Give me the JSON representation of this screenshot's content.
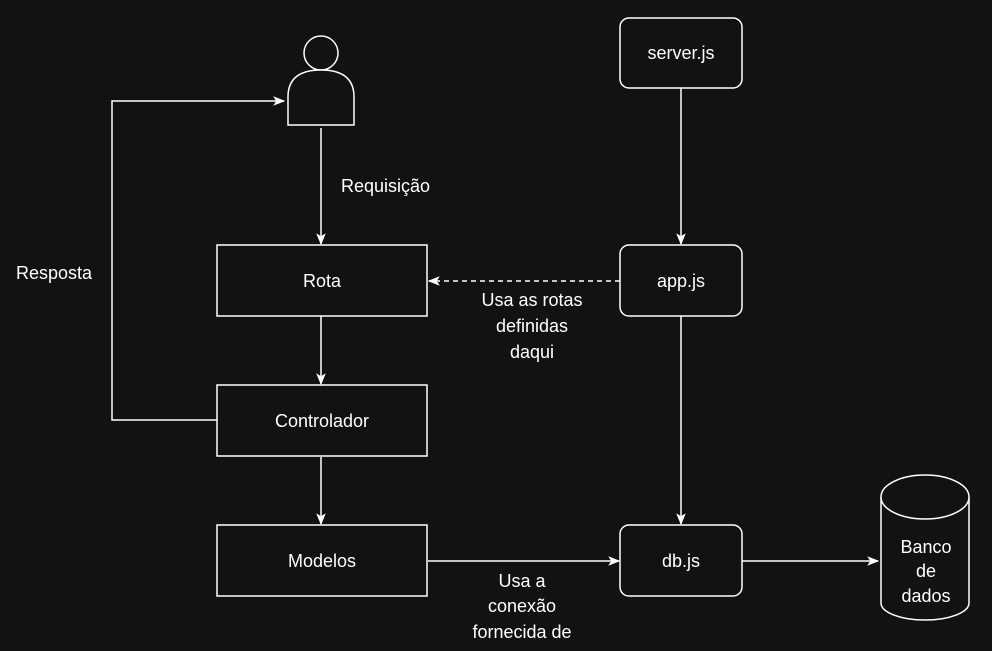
{
  "nodes": {
    "user": {
      "icon": "user-icon"
    },
    "rota": {
      "label": "Rota"
    },
    "controlador": {
      "label": "Controlador"
    },
    "modelos": {
      "label": "Modelos"
    },
    "server": {
      "label": "server.js"
    },
    "app": {
      "label": "app.js"
    },
    "db": {
      "label": "db.js"
    },
    "banco": {
      "label_lines": [
        "Banco",
        "de",
        "dados"
      ],
      "icon": "database-icon"
    }
  },
  "edges": {
    "requisicao": {
      "label": "Requisição"
    },
    "resposta": {
      "label": "Resposta"
    },
    "rotas_definidas": {
      "label_lines": [
        "Usa as rotas",
        "definidas",
        "daqui"
      ]
    },
    "conexao": {
      "label_lines": [
        "Usa a",
        "conexão",
        "fornecida de"
      ]
    }
  },
  "colors": {
    "background": "#121212",
    "stroke": "#ffffff",
    "text": "#ffffff"
  }
}
